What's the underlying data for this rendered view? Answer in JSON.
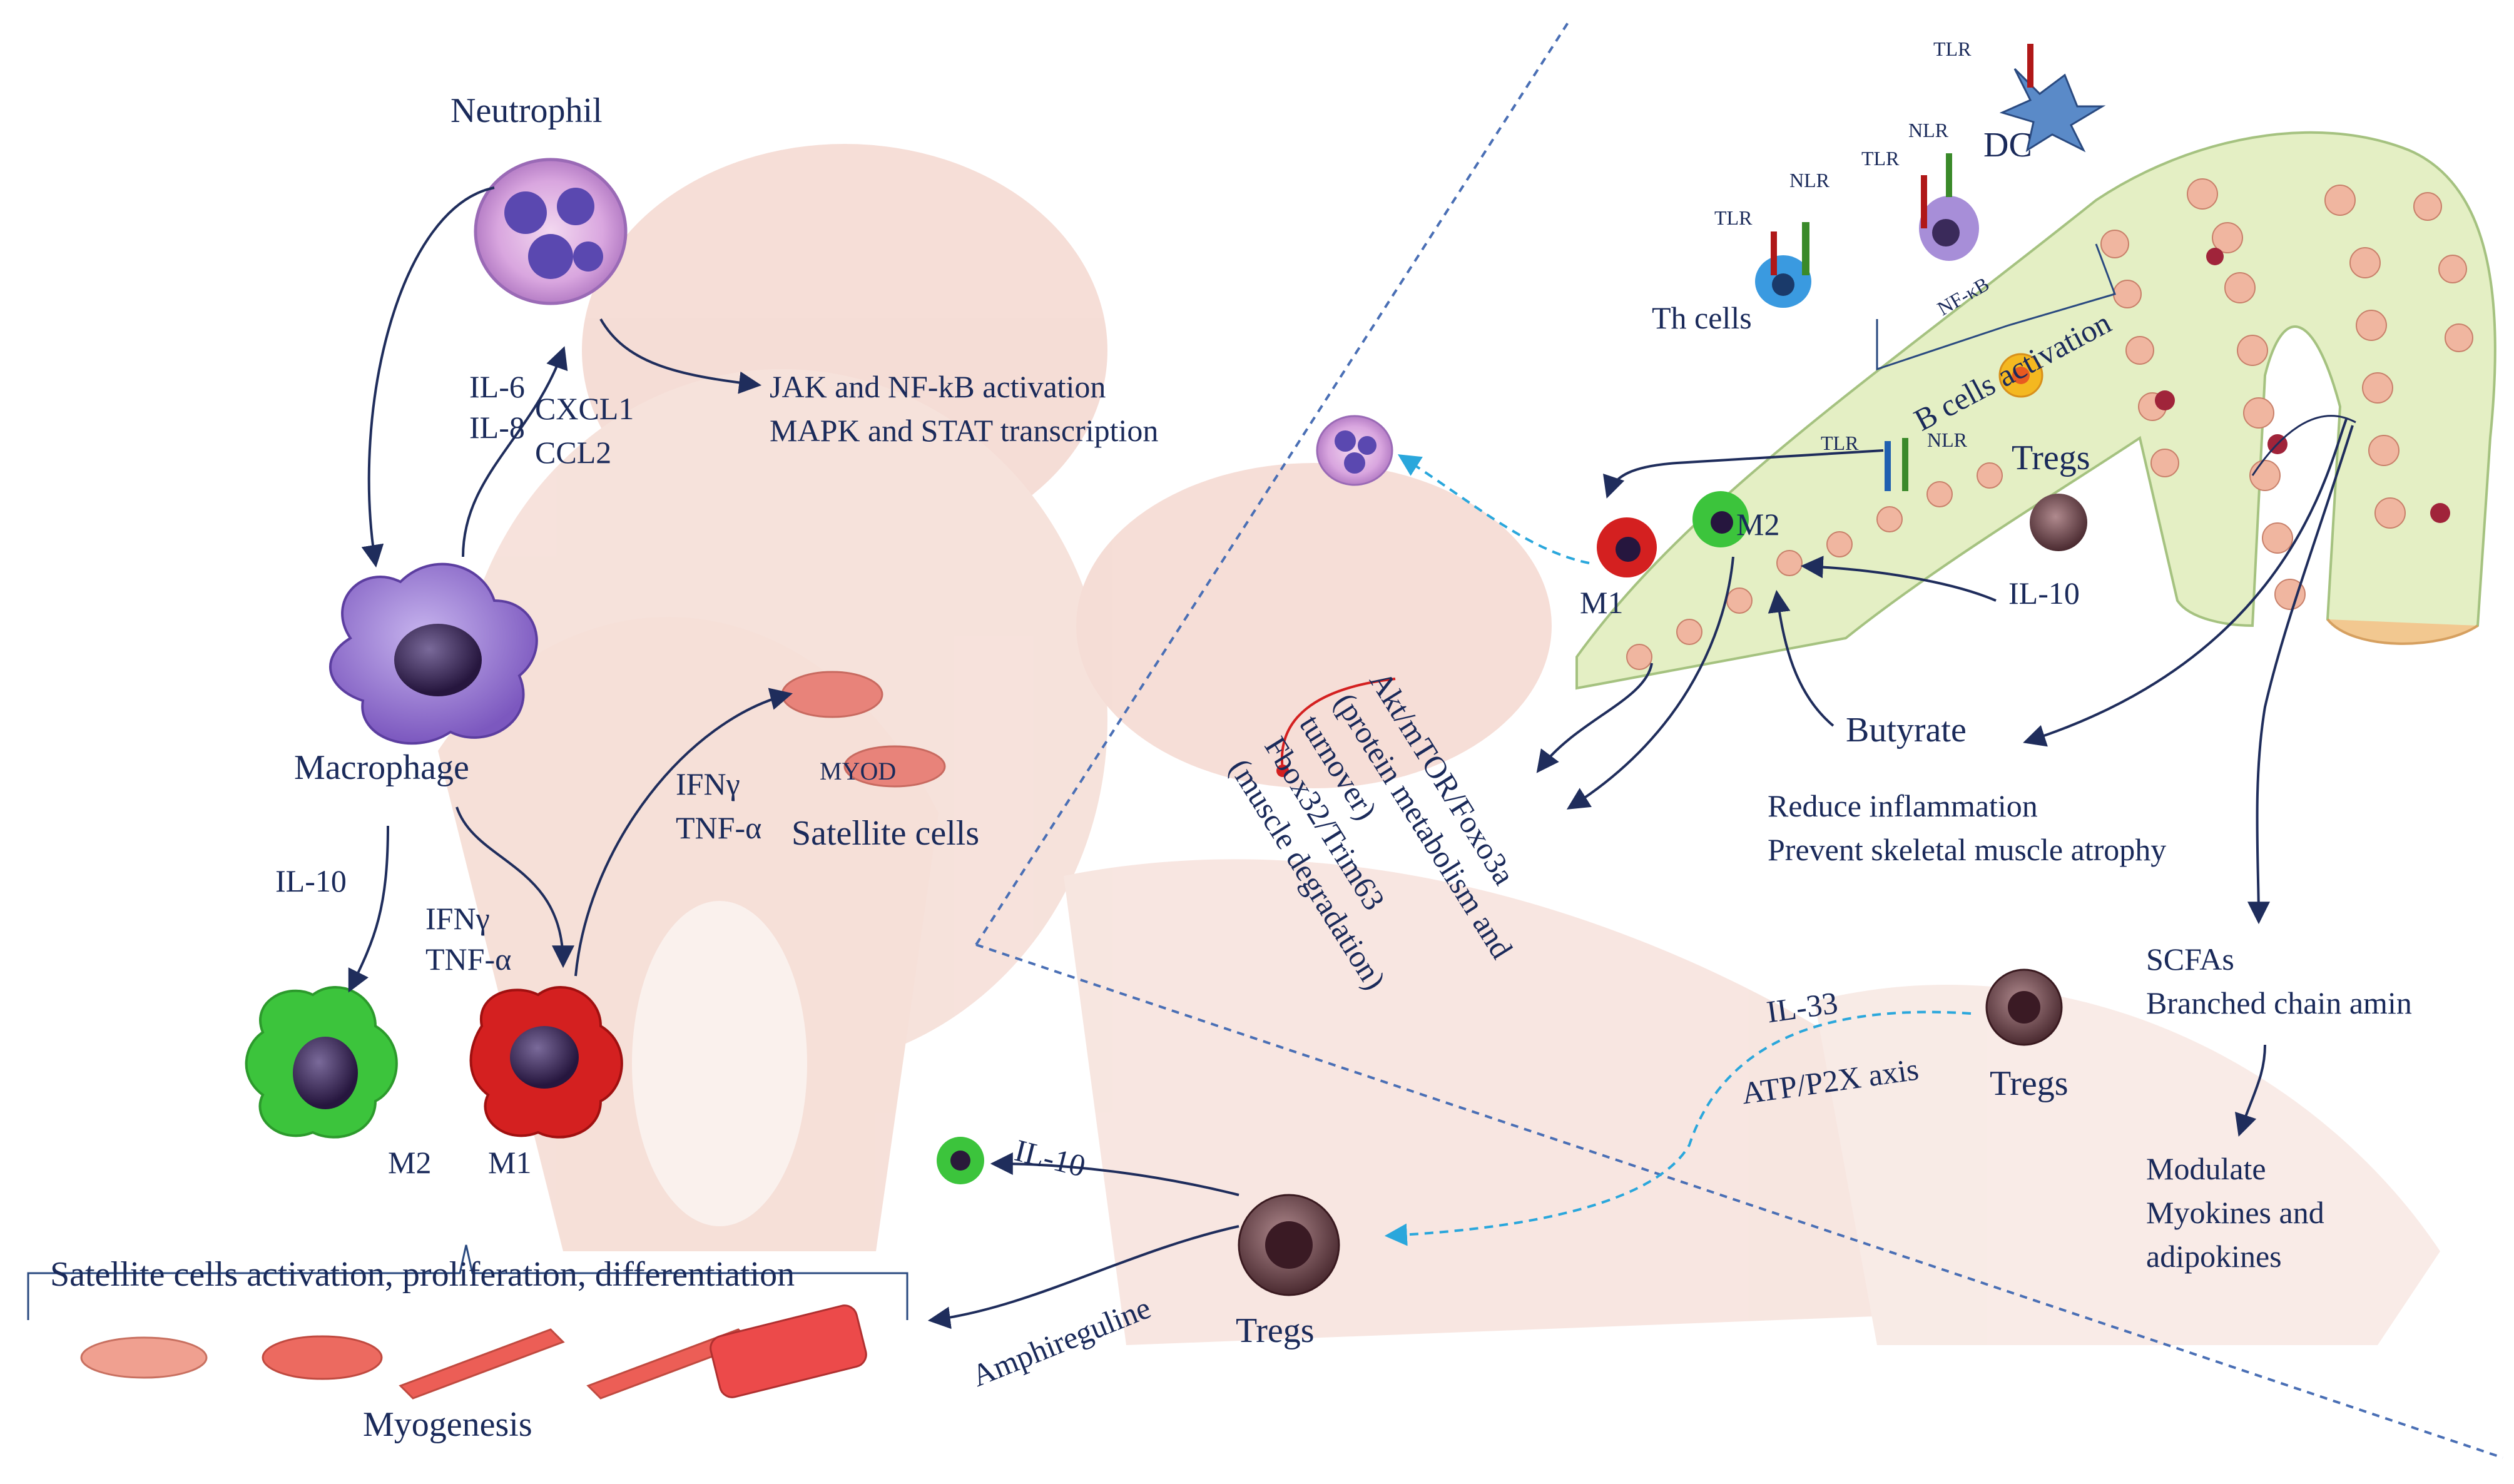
{
  "labels": {
    "neutrophil": "Neutrophil",
    "il6": "IL-6",
    "il8": "IL-8",
    "cxcl1": "CXCL1",
    "ccl2": "CCL2",
    "jak": "JAK and  NF-kB activation",
    "mapk": "MAPK and STAT transcription",
    "macrophage": "Macrophage",
    "il10_left": "IL-10",
    "ifng_left": "IFNγ",
    "tnfa_left": "TNF-α",
    "m2_left": "M2",
    "m1_left": "M1",
    "ifng_mid": "IFNγ",
    "tnfa_mid": "TNF-α",
    "myod": "MYOD",
    "satellite": "Satellite cells",
    "satellite_activation": "Satellite cells activation, proliferation, differentiation",
    "myogenesis": "Myogenesis",
    "il10_tregs": "IL-10",
    "amphireguline": "Amphireguline",
    "tregs_bottom": "Tregs",
    "tregs_right": "Tregs",
    "il33": "IL-33",
    "atp": "ATP/P2X axis",
    "akt": "Akt/mTOR/Foxo3a\n(protein metabolism and\nturnover)\nFbox32/Trim63\n(muscle degradation)",
    "tlr_top": "TLR",
    "dc": "DC",
    "nlr_a": "NLR",
    "tlr_a": "TLR",
    "nlr_b": "NLR",
    "tlr_b": "TLR",
    "th_cells": "Th cells",
    "nfkb": "NF-κB",
    "b_cells": "B cells activation",
    "tlr_gut": "TLR",
    "nlr_gut": "NLR",
    "tregs_gut": "Tregs",
    "m2_gut": "M2",
    "m1_gut": "M1",
    "il10_gut": "IL-10",
    "butyrate": "Butyrate",
    "reduce": "Reduce inflammation",
    "prevent": "Prevent skeletal muscle atrophy",
    "scfas": "SCFAs",
    "branched": "Branched chain amin",
    "modulate": "Modulate",
    "myokines": "Myokines and",
    "adipokines": "adipokines"
  },
  "colors": {
    "text": "#1a2a5a",
    "arrow": "#1f2d5c",
    "dashed_cyan": "#2aa7dc",
    "dashed_blue": "#4a6fb5",
    "m1_red": "#d42020",
    "m2_green": "#3cc43c",
    "macrophage_purple": "#8a6ac8",
    "gut_green": "#e4efc4",
    "background_body": "#f1d2c8",
    "tlr_red": "#b01818",
    "nlr_green": "#3a8a2a",
    "tlr_blue": "#2060b0"
  },
  "icons": [
    "neutrophil-cell-icon",
    "macrophage-cell-icon",
    "m1-cell-icon",
    "m2-cell-icon",
    "treg-cell-icon",
    "dendritic-cell-icon",
    "th-cell-icon",
    "b-cell-icon",
    "satellite-cell-icon",
    "myotube-icon",
    "intestinal-villi-icon",
    "muscular-body-icon"
  ]
}
